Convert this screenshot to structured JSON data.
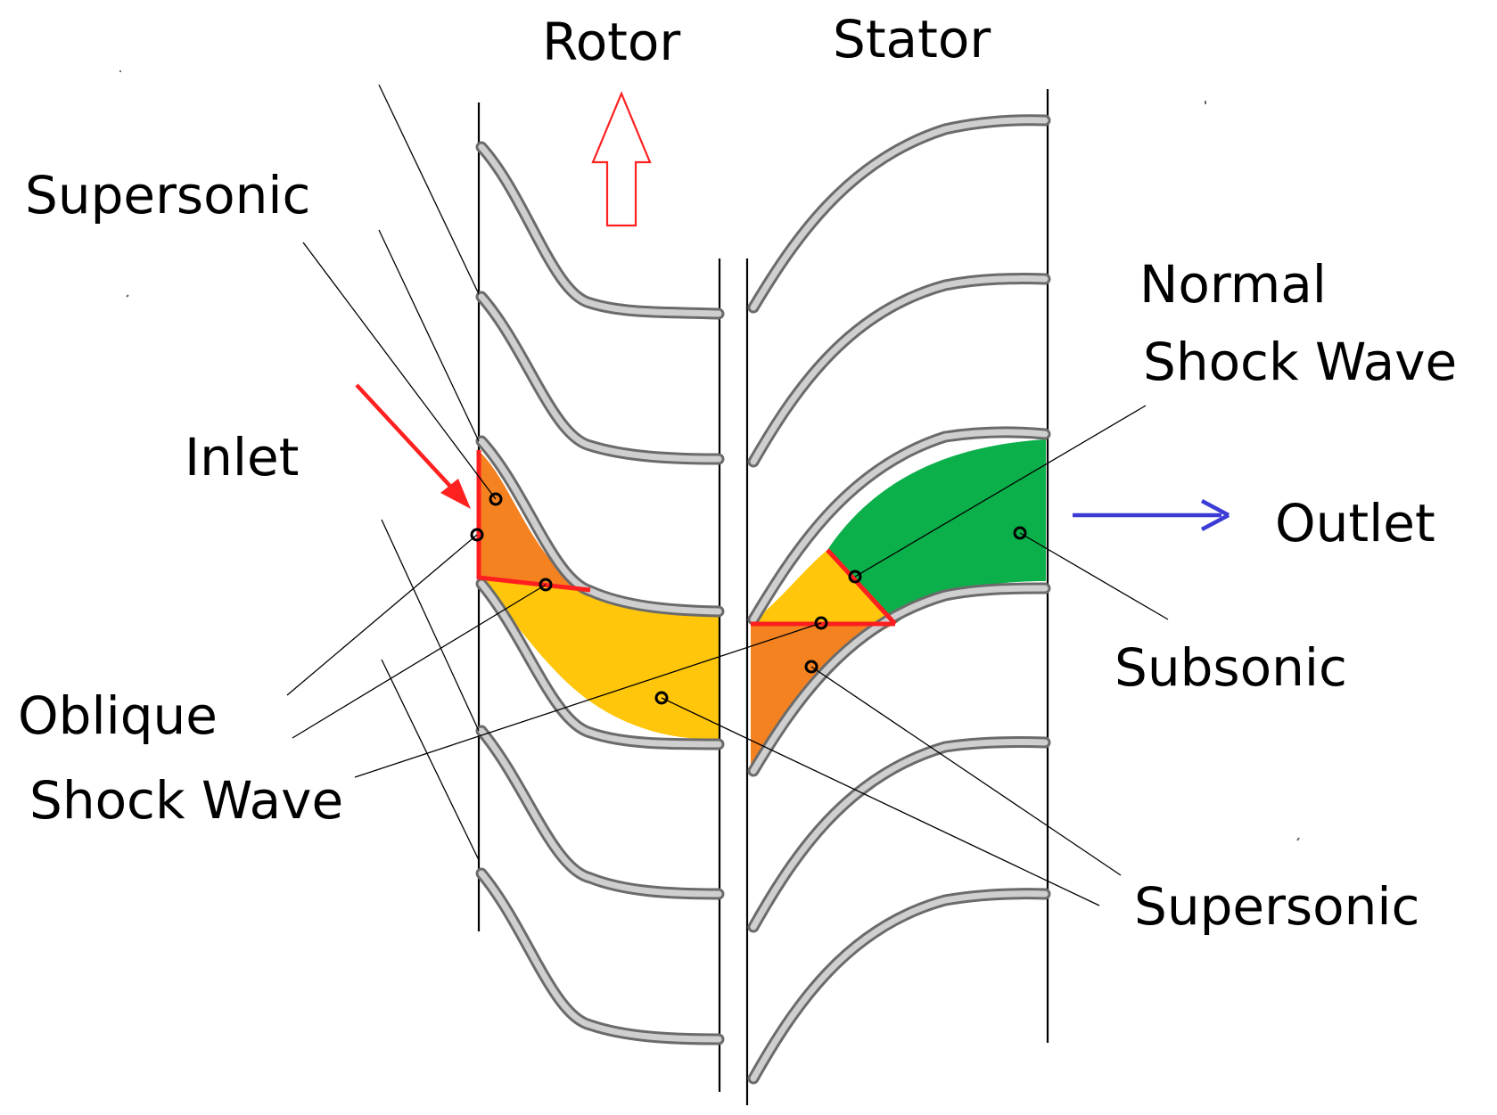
{
  "labels": {
    "rotor": "Rotor",
    "stator": "Stator",
    "supersonic_left": "Supersonic",
    "inlet": "Inlet",
    "oblique_line1": "Oblique",
    "oblique_line2": "Shock Wave",
    "normal_line1": "Normal",
    "normal_line2": "Shock Wave",
    "outlet": "Outlet",
    "subsonic": "Subsonic",
    "supersonic_right": "Supersonic"
  },
  "colors": {
    "supersonic_high": "#f58220",
    "supersonic_low": "#ffc60b",
    "subsonic": "#0bb04a",
    "shock_wave": "#ff1f1f",
    "inlet_arrow": "#ff2020",
    "outlet_arrow": "#3b3bd6",
    "rotor_motion_arrow": "#ff2020",
    "blade_outline": "#6b6b6b",
    "blade_fill": "#cfcfcf"
  }
}
